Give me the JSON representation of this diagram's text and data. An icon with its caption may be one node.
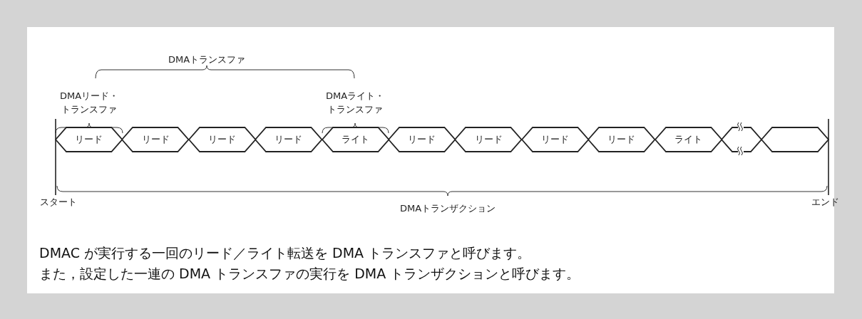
{
  "diagram": {
    "nodes": [
      {
        "text": [
          "リード"
        ]
      },
      {
        "text": [
          "リード"
        ]
      },
      {
        "text": [
          "リード"
        ]
      },
      {
        "text": [
          "リード"
        ]
      },
      {
        "text": [
          "ライト"
        ]
      },
      {
        "text": [
          "リード"
        ]
      },
      {
        "text": [
          "リード"
        ]
      },
      {
        "text": [
          "リード"
        ]
      },
      {
        "text": [
          "リード"
        ]
      },
      {
        "text": [
          "ライト"
        ]
      },
      {
        "text": [],
        "shape": "hexagon"
      },
      {
        "text": [],
        "shape": "hexagon"
      }
    ],
    "labels": [
      "DMAトランスファ",
      "DMAリード・トランスファ",
      "DMAライト・トランスファ",
      "スタート",
      "DMAトランザクション",
      "エンド",
      "DMAC が実行する一回のリード／ライト転送を DMA トランスファと呼びます。",
      "また，設定した一連の DMA トランスファの実行を DMA トランザクションと呼びます。"
    ]
  }
}
